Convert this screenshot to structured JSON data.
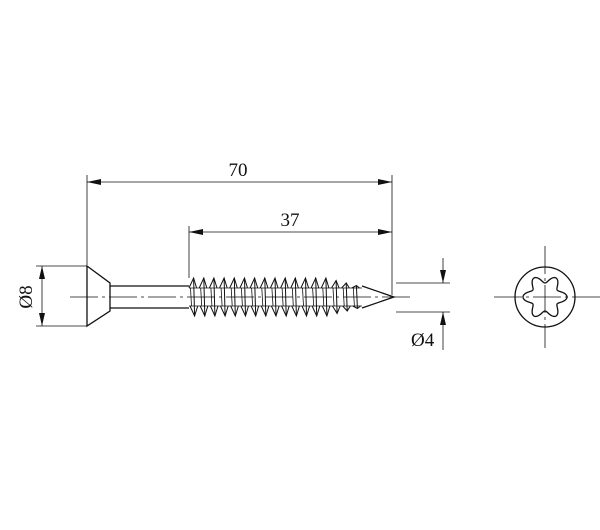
{
  "dimensions": {
    "total_length": "70",
    "thread_length": "37",
    "head_diameter": "Ø8",
    "shank_diameter": "Ø4"
  },
  "head_type": "countersunk",
  "drive_type": "hexalobular-icon",
  "thread_turns": 17
}
